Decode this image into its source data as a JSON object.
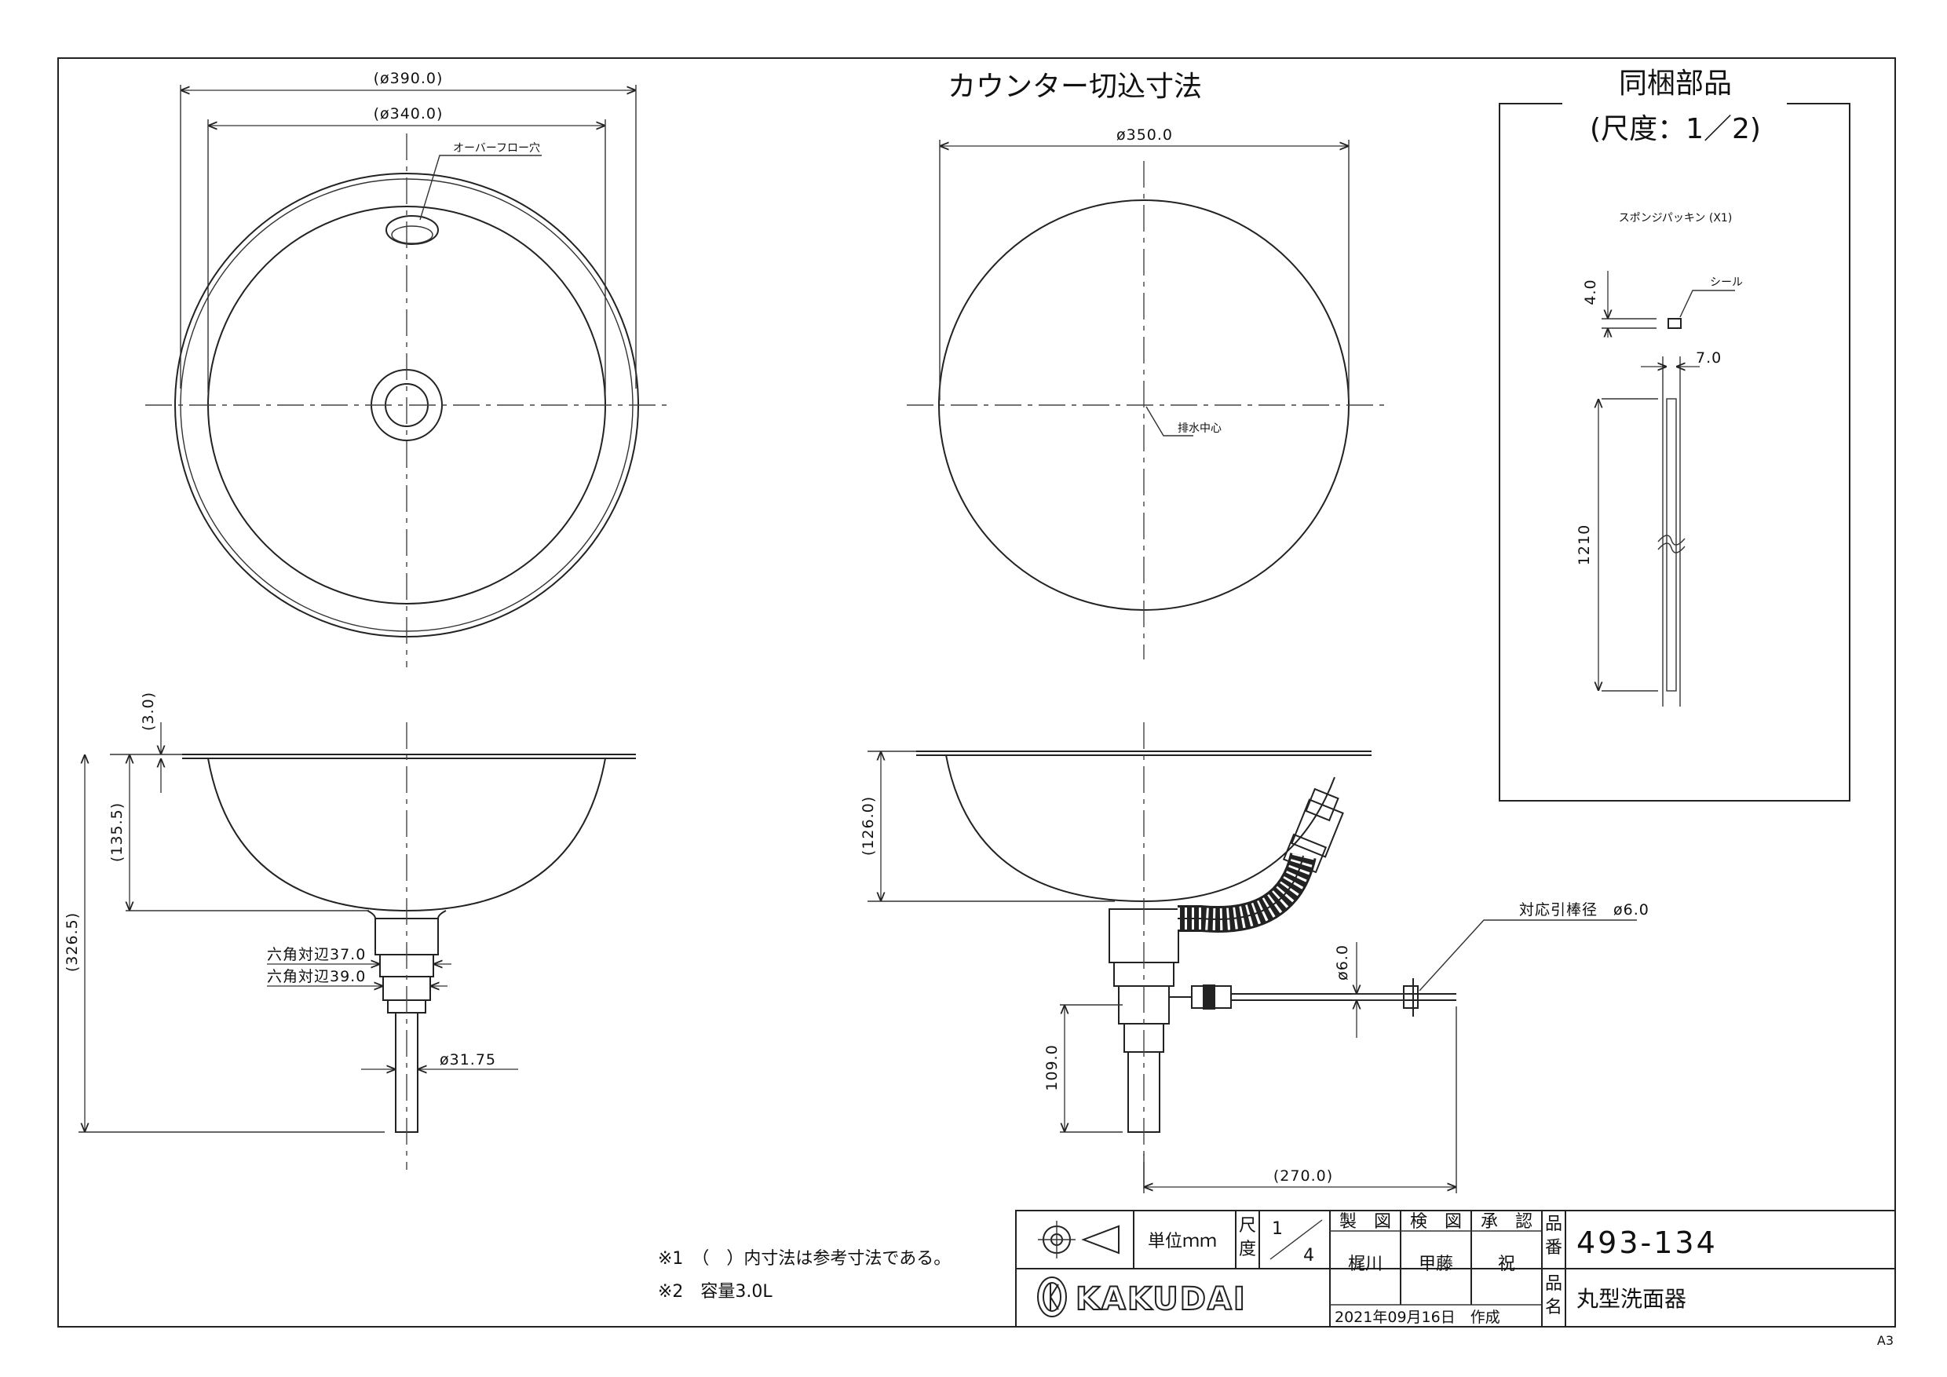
{
  "sheet_size": "A3",
  "views": {
    "top": {
      "dim_outer": "(ø390.0)",
      "dim_inner": "(ø340.0)",
      "overflow_label": "オーバーフロー穴"
    },
    "cutout": {
      "title": "カウンター切込寸法",
      "dim": "ø350.0",
      "drain_center": "排水中心"
    },
    "parts": {
      "title": "同梱部品",
      "scale": "(尺度：1／2)",
      "item": "スポンジパッキン (X1)",
      "seal": "シール",
      "dim_thick": "4.0",
      "dim_width": "7.0",
      "dim_length": "1210"
    },
    "side_left": {
      "dim_flange": "(3.0)",
      "dim_depth": "(135.5)",
      "dim_total": "(326.5)",
      "hex1": "六角対辺37.0",
      "hex2": "六角対辺39.0",
      "pipe": "ø31.75"
    },
    "side_right": {
      "dim_depth": "(126.0)",
      "rod_label": "対応引棒径　ø6.0",
      "dim_rod": "ø6.0",
      "dim_drain": "109.0",
      "dim_reach": "(270.0)"
    }
  },
  "notes": [
    "※1　（　）内寸法は参考寸法である。",
    "※2　容量3.0L"
  ],
  "title_block": {
    "unit_label": "単位ｍｍ",
    "scale_label_1": "尺",
    "scale_label_2": "度",
    "scale_num": "1",
    "scale_den": "4",
    "maker_label": "製　図",
    "check_label": "検　図",
    "approve_label": "承　認",
    "maker": "梶川",
    "checker": "甲藤",
    "approver": "祝",
    "date": "2021年09月16日　作成",
    "part_no_label_1": "品",
    "part_no_label_2": "番",
    "part_no": "493-134",
    "part_name_label_1": "品",
    "part_name_label_2": "名",
    "part_name": "丸型洗面器",
    "logo": "KAKUDAI"
  }
}
